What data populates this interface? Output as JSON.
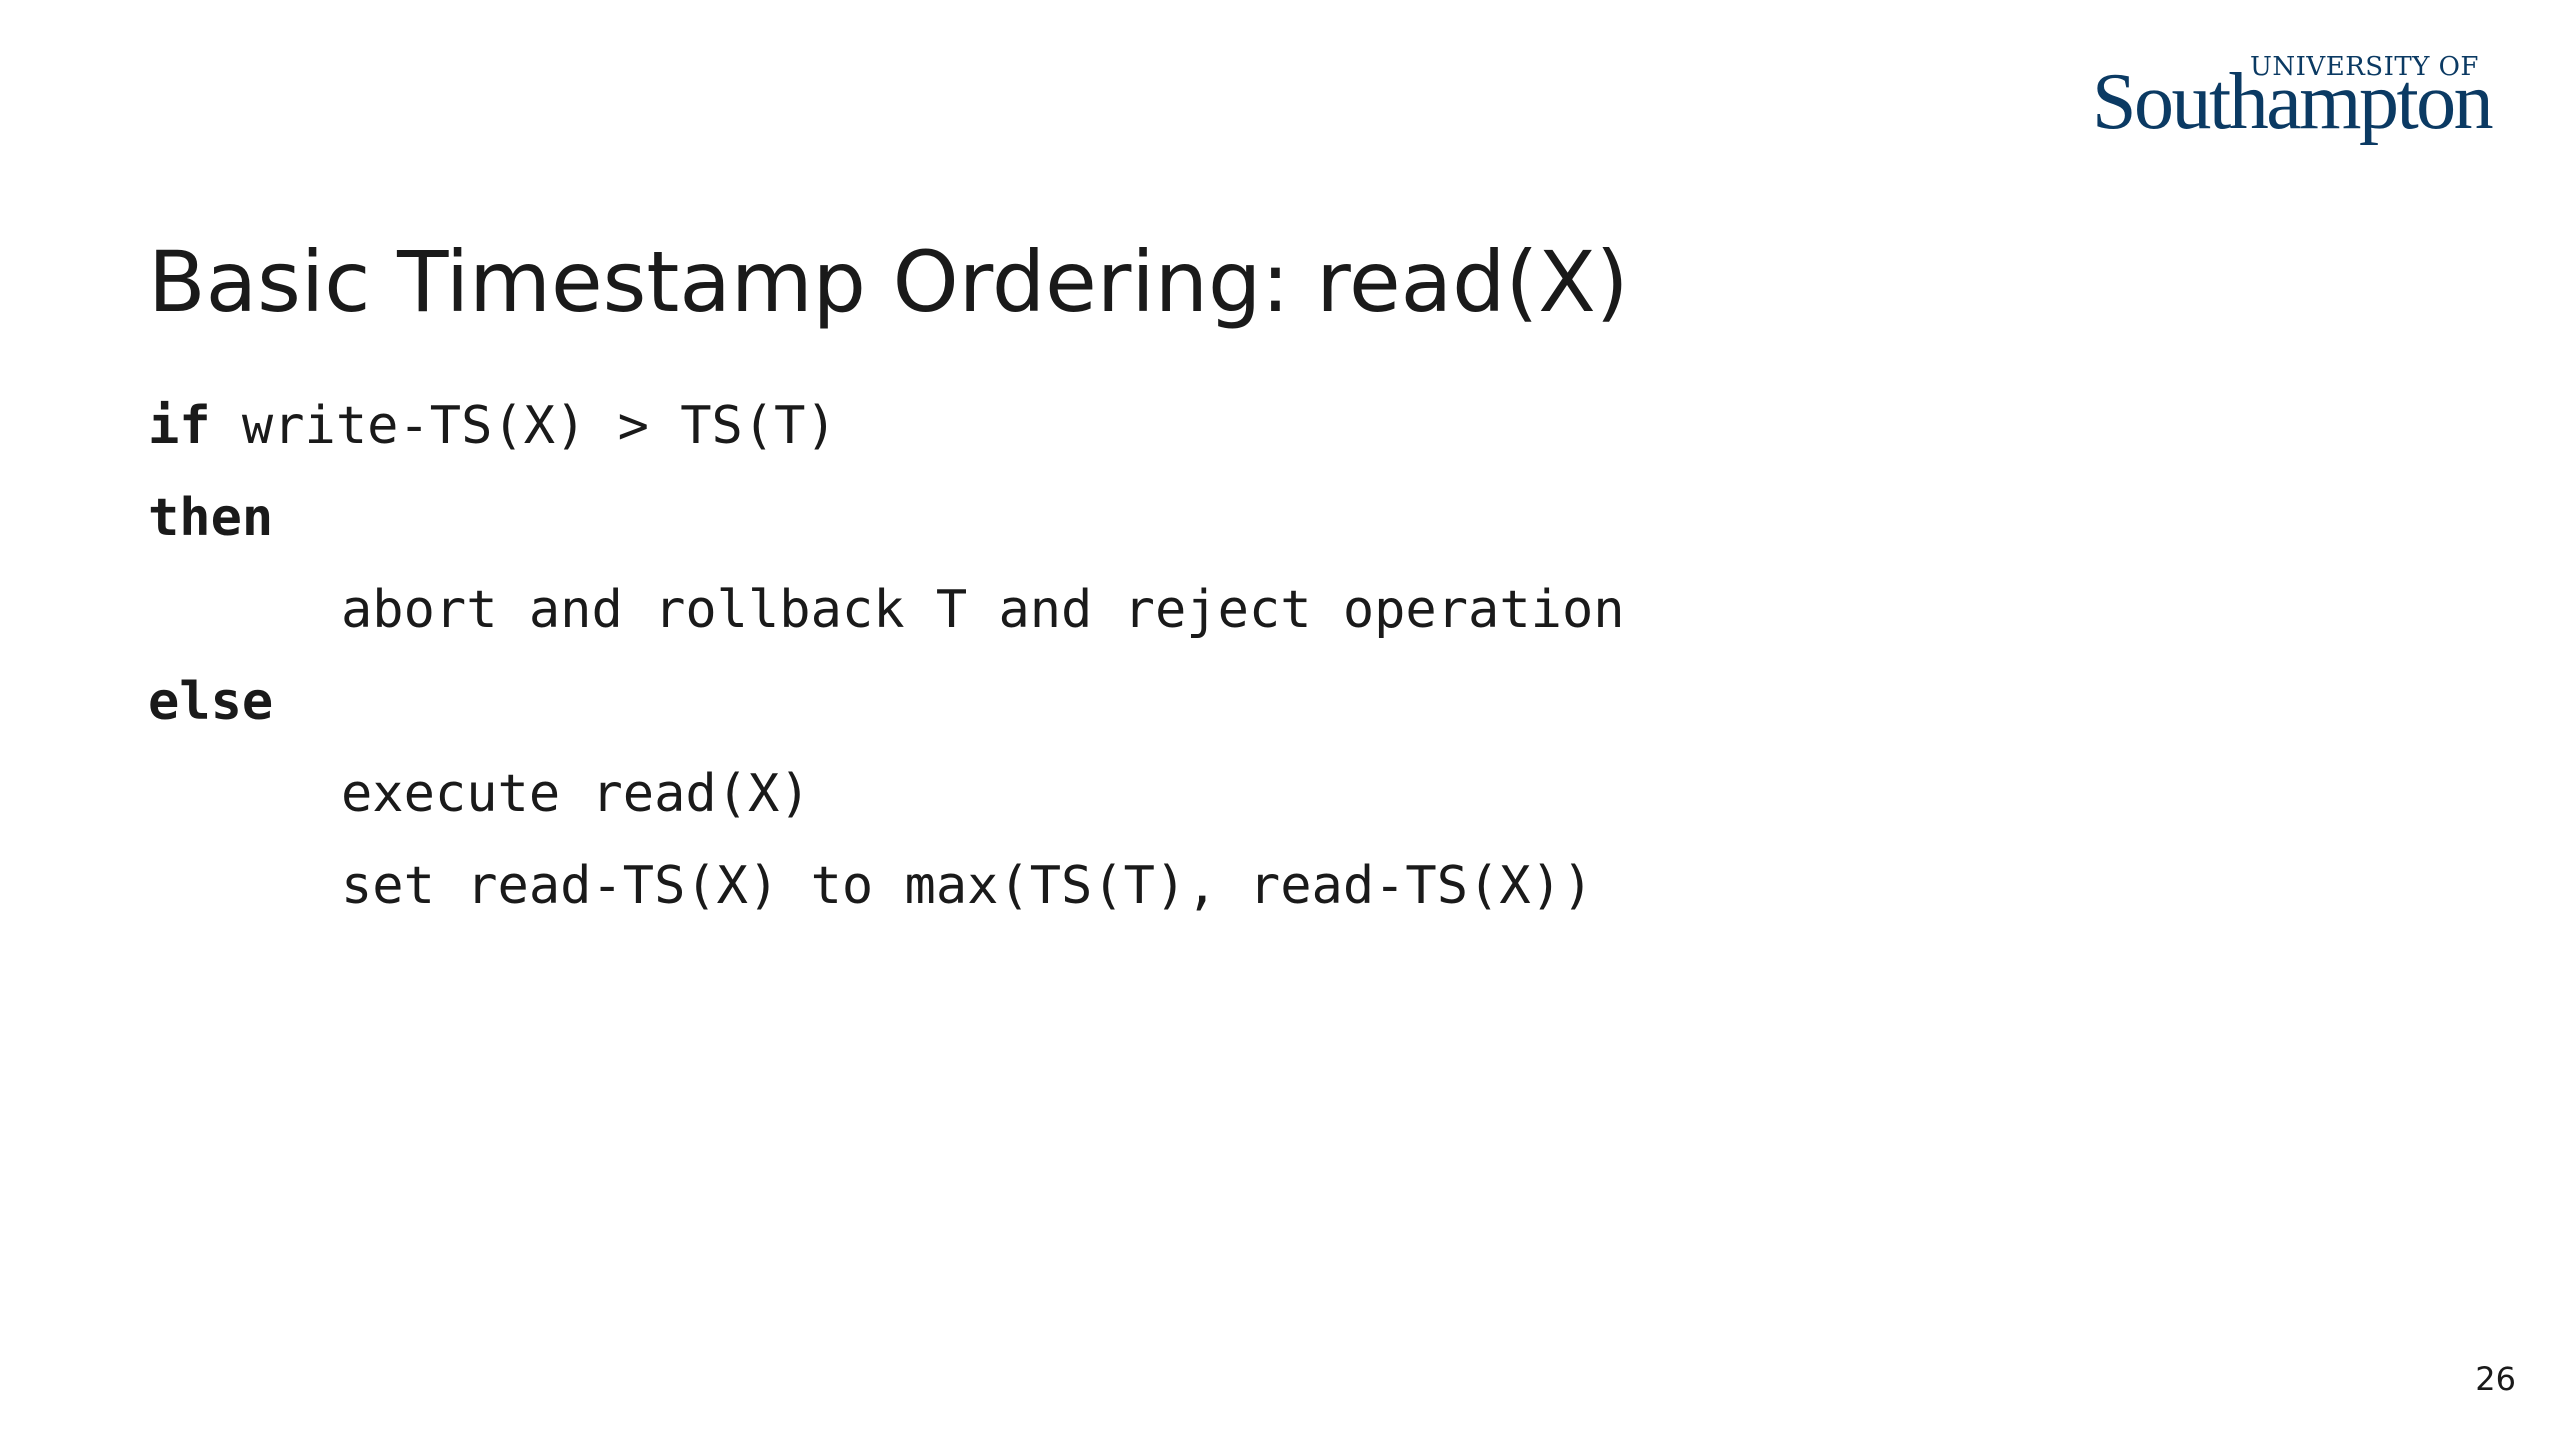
{
  "logo": {
    "top_text": "UNIVERSITY OF",
    "main_text": "Southampton"
  },
  "slide": {
    "title": "Basic Timestamp Ordering: read(X)",
    "code": [
      {
        "keyword": "if",
        "text": " write-TS(X) > TS(T)"
      },
      {
        "keyword": "then",
        "text": ""
      },
      {
        "keyword": "",
        "text": "abort and rollback T and reject operation"
      },
      {
        "keyword": "else",
        "text": ""
      },
      {
        "keyword": "",
        "text": "execute read(X)"
      },
      {
        "keyword": "",
        "text": "set read-TS(X) to max(TS(T), read-TS(X))"
      }
    ],
    "page_number": "26"
  },
  "colors": {
    "logo": "#0b3a63",
    "text": "#1a1a1a",
    "background": "#ffffff"
  }
}
